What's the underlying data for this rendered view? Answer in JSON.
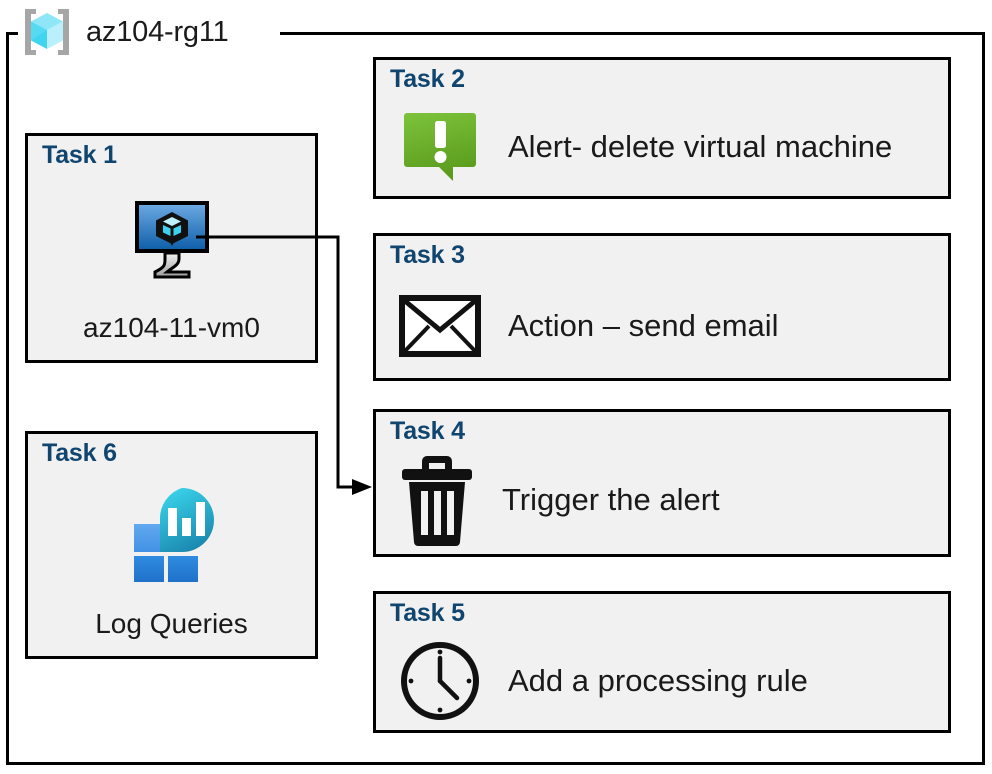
{
  "resource_group": {
    "name": "az104-rg11",
    "icon": "resource-group-cube-icon",
    "colors": {
      "frame": "#000000",
      "cube_light": "#8ee6f7",
      "cube_mid": "#41d4f0",
      "cube_dark": "#b9f0fb",
      "bracket": "#a6a6a6"
    }
  },
  "tasks": [
    {
      "id": "task-1",
      "title": "Task 1",
      "label": "az104-11-vm0",
      "icon": "virtual-machine-icon",
      "layout": "vertical"
    },
    {
      "id": "task-2",
      "title": "Task 2",
      "label": "Alert- delete virtual machine",
      "icon": "alert-exclamation-bubble-icon",
      "layout": "horizontal"
    },
    {
      "id": "task-3",
      "title": "Task 3",
      "label": "Action – send email",
      "icon": "envelope-icon",
      "layout": "horizontal"
    },
    {
      "id": "task-4",
      "title": "Task 4",
      "label": "Trigger the alert",
      "icon": "trash-can-icon",
      "layout": "horizontal"
    },
    {
      "id": "task-5",
      "title": "Task 5",
      "label": "Add a processing rule",
      "icon": "clock-icon",
      "layout": "horizontal"
    },
    {
      "id": "task-6",
      "title": "Task 6",
      "label": "Log Queries",
      "icon": "log-analytics-icon",
      "layout": "vertical"
    }
  ],
  "connector": {
    "name": "vm-to-task4-connector",
    "from": "task-1",
    "to": "task-4",
    "arrow_head": "right"
  },
  "palette": {
    "card_background": "#f1f1f1",
    "card_border": "#000000",
    "task_title": "#10456f",
    "body_text": "#1a1a1a",
    "alert_green_light": "#8cc63e",
    "alert_green_dark": "#5c9e1f",
    "vm_blue_light": "#5b9bd5",
    "vm_blue_dark": "#1464ad",
    "log_cyan": "#32d0e8",
    "log_teal": "#1d8fb5",
    "log_blue_light": "#4f9ee8",
    "log_blue": "#2580d8"
  }
}
